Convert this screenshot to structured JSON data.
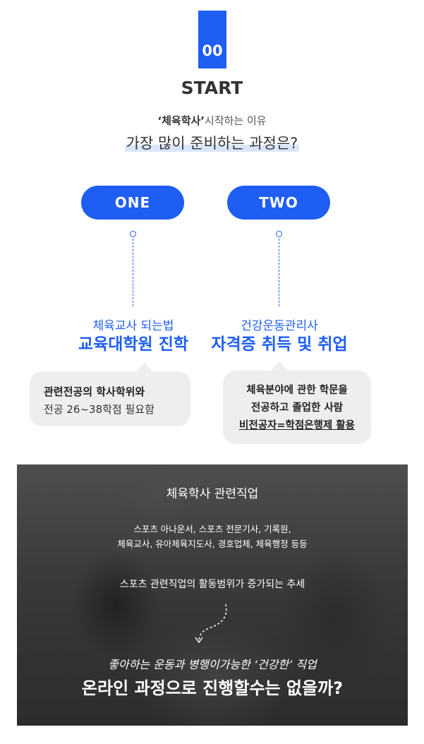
{
  "header": {
    "number": "00",
    "label": "START"
  },
  "intro": {
    "quoted": "‘체육학사’",
    "small_rest": "시작하는 이유",
    "question": "가장 많이 준비하는 과정은?"
  },
  "paths": {
    "one": {
      "pill": "ONE",
      "subtitle": "체육교사 되는법",
      "title": "교육대학원 진학",
      "bubble": [
        "관련전공의 학사학위와",
        "전공 26~38학점 필요함"
      ]
    },
    "two": {
      "pill": "TWO",
      "subtitle": "건강운동관리사",
      "title": "자격증 취득 및 취업",
      "bubble": [
        "체육분야에 관한 학문을",
        "전공하고 졸업한 사람",
        "비전공자=학점은행제 활용"
      ]
    }
  },
  "jobs": {
    "title": "체육학사 관련직업",
    "lines": [
      "스포츠 아나운서, 스포츠 전문기사, 기록원,",
      "체육교사, 유아체육지도사, 경호업체, 체육행정 등등"
    ],
    "trend": "스포츠 관련직업의 활동범위가 증가되는 추세",
    "handwriting": "좋아하는 운동과 병행이가능한 ‘건강한’ 직업",
    "final": "온라인 과정으로 진행할수는 없을까?"
  },
  "colors": {
    "accent": "#1e5ef2",
    "bubble": "#eeeeee",
    "photo_overlay": "#3a3a3a"
  },
  "icons": {
    "connector": "ring-dash-connector",
    "arrow": "curved-dashed-arrow-icon"
  }
}
